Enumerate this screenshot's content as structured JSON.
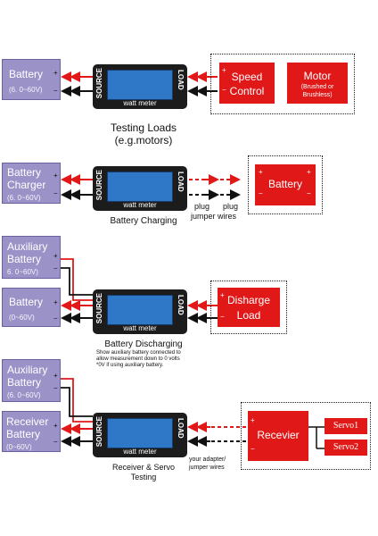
{
  "meter": {
    "source": "SOURCE",
    "load": "LOAD",
    "label": "watt meter"
  },
  "polarity": {
    "plus": "+",
    "minus": "−"
  },
  "d1": {
    "battery_title": "Battery",
    "battery_range": "(6. 0~60V)",
    "speed": "Speed",
    "control": "Control",
    "motor": "Motor",
    "motor_sub": "(Brushed or Brushless)",
    "caption1": "Testing Loads",
    "caption2": "(e.g.motors)"
  },
  "d2": {
    "charger_title1": "Battery",
    "charger_title2": "Charger",
    "charger_range": "(6. 0~60V)",
    "plug1": "plug",
    "plug2": "plug",
    "jumper": "jumper wires",
    "battery": "Battery",
    "caption": "Battery Charging"
  },
  "d3": {
    "aux_title1": "Auxiliary",
    "aux_title2": "Battery",
    "aux_range": "6. 0~60V)",
    "bat_title": "Battery",
    "bat_range": "(0~60V)",
    "load1": "Disharge",
    "load2": "Load",
    "caption": "Battery Discharging",
    "note1": "Show auxiliary battery connected to",
    "note2": "allow measurement down to 0 volts",
    "note3": "*0V if using auxiliary battery."
  },
  "d4": {
    "aux_title1": "Auxiliary",
    "aux_title2": "Battery",
    "aux_range": "(6. 0~60V)",
    "rx_title1": "Receiver",
    "rx_title2": "Battery",
    "rx_range": "(0~60V)",
    "receiver": "Recevier",
    "servo1": "Servo1",
    "servo2": "Servo2",
    "adapter1": "your adapter/",
    "adapter2": "jumper wires",
    "caption1": "Receiver & Servo",
    "caption2": "Testing"
  },
  "colors": {
    "box_purple": "#9b92c8",
    "red": "#e01818",
    "meter": "#1c1c1c",
    "screen": "#2f78c8",
    "plus_wire": "#e01818",
    "minus_wire": "#111111"
  }
}
